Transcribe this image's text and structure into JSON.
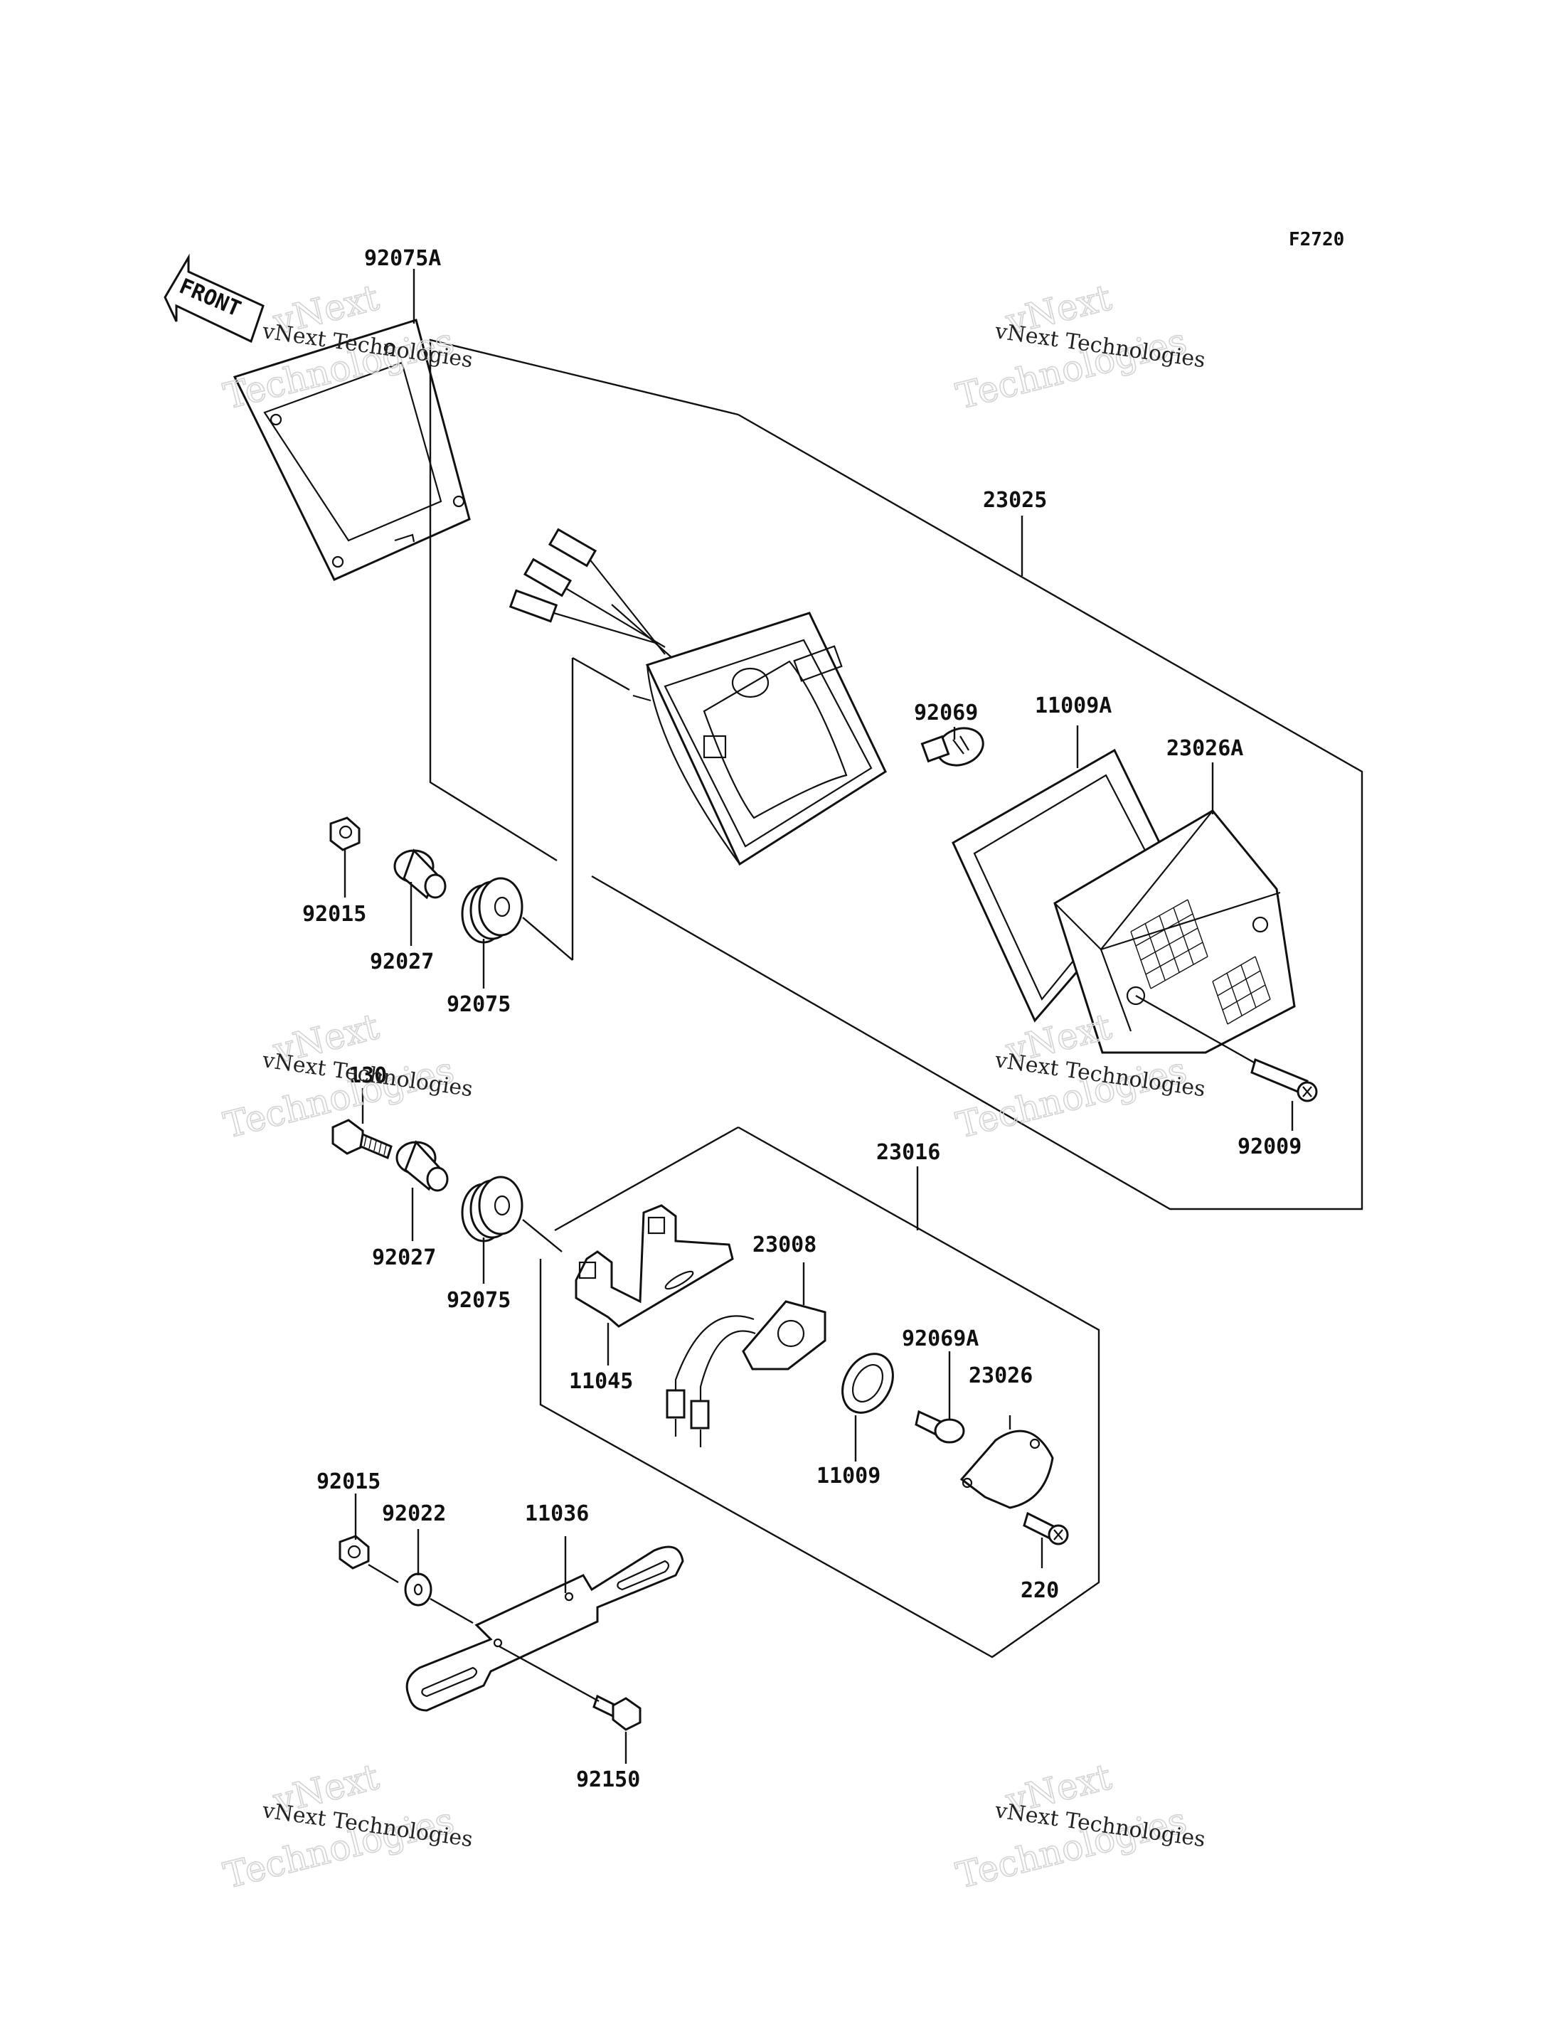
{
  "figure_code": "F2720",
  "front_label": "FRONT",
  "watermark": {
    "line1": "vNext Technologies",
    "line2_a": "vNext",
    "line2_b": "Technologies"
  },
  "parts": [
    {
      "id": "92075A"
    },
    {
      "id": "23025"
    },
    {
      "id": "92069"
    },
    {
      "id": "11009A"
    },
    {
      "id": "23026A"
    },
    {
      "id": "92015"
    },
    {
      "id": "92027"
    },
    {
      "id": "92075"
    },
    {
      "id": "92009"
    },
    {
      "id": "130"
    },
    {
      "id": "23016"
    },
    {
      "id": "92027"
    },
    {
      "id": "92075"
    },
    {
      "id": "23008"
    },
    {
      "id": "11045"
    },
    {
      "id": "92069A"
    },
    {
      "id": "23026"
    },
    {
      "id": "11009"
    },
    {
      "id": "92015"
    },
    {
      "id": "92022"
    },
    {
      "id": "11036"
    },
    {
      "id": "220"
    },
    {
      "id": "92150"
    }
  ]
}
